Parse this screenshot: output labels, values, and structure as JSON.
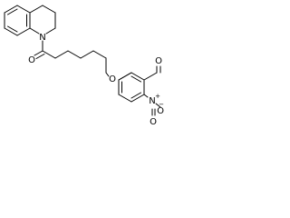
{
  "molecule": {
    "atoms": {
      "ring_nitrogen": "N",
      "ketone_oxygen": "O",
      "ether_oxygen": "O",
      "aldehyde_oxygen": "O",
      "nitro_nitrogen": "N",
      "nitro_plus": "+",
      "nitro_oxygen_right": "O",
      "nitro_oxygen_right_charge": "−",
      "nitro_oxygen_bottom": "O"
    }
  }
}
